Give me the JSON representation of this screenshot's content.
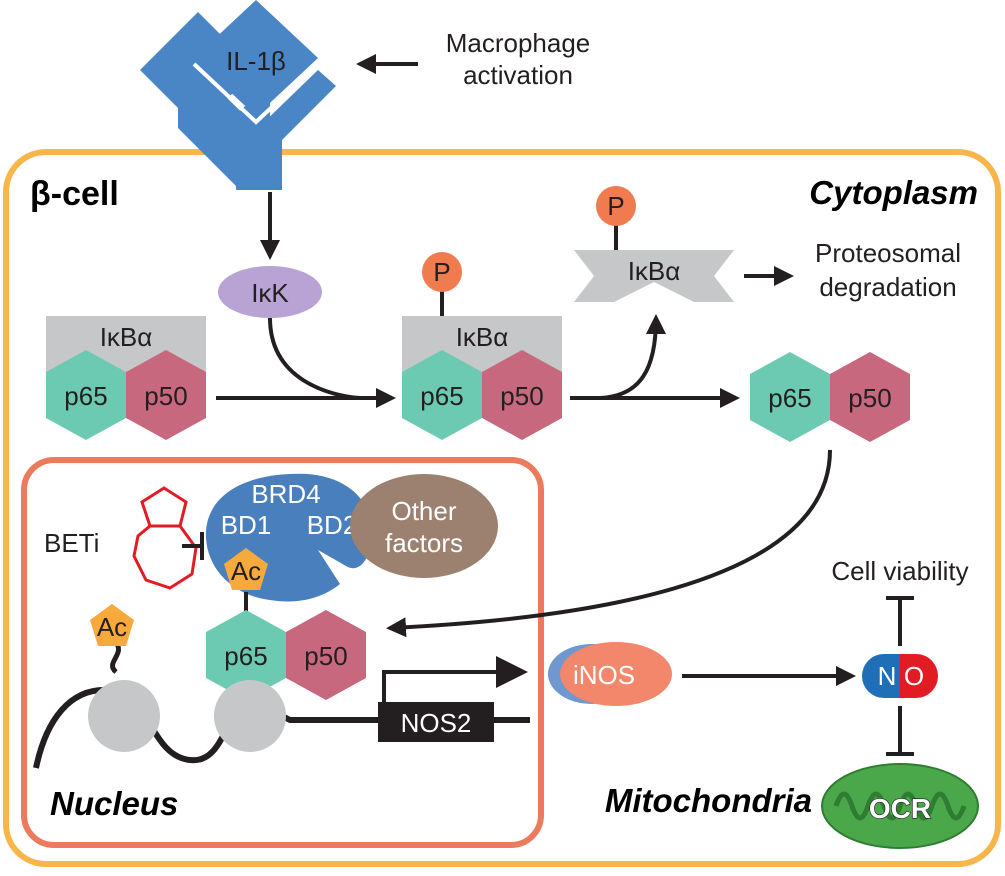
{
  "receptor": {
    "ligand": "IL-1β"
  },
  "stimulus": {
    "line1": "Macrophage",
    "line2": "activation"
  },
  "compartments": {
    "cell": "β-cell",
    "cytoplasm": "Cytoplasm",
    "nucleus": "Nucleus",
    "mitochondria": "Mitochondria"
  },
  "proteins": {
    "ikk": "IκK",
    "ikba": "IκBα",
    "p65": "p65",
    "p50": "p50",
    "phospho": "P",
    "acetyl": "Ac",
    "brd4": "BRD4",
    "bd1": "BD1",
    "bd2": "BD2",
    "other_line1": "Other",
    "other_line2": "factors",
    "inos": "iNOS",
    "no_n": "N",
    "no_o": "O",
    "ocr": "OCR"
  },
  "labels": {
    "degradation_line1": "Proteosomal",
    "degradation_line2": "degradation",
    "beti": "BETi",
    "gene": "NOS2",
    "viability": "Cell viability"
  },
  "colors": {
    "receptor": "#4a86c5",
    "cell_border": "#f7b54a",
    "nucleus_border": "#ec7a5c",
    "ikba": "#c6c7c9",
    "p65": "#6ccab2",
    "p50": "#c8687f",
    "ikk": "#b8a3d4",
    "phospho": "#f07b4f",
    "acetyl": "#f8a93b",
    "brd4": "#4a7fbd",
    "other": "#9c8170",
    "beti": "#e31b23",
    "inos_back": "#6f97d0",
    "inos_front": "#f2876b",
    "no_blue": "#1e6fb8",
    "no_red": "#e31b23",
    "mito": "#4aa84a",
    "mito_inner": "#2e7d32"
  }
}
